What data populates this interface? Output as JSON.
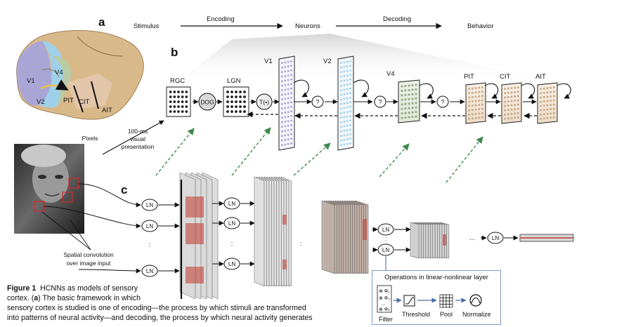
{
  "panels": {
    "a": "a",
    "b": "b",
    "c": "c"
  },
  "pipeline": {
    "stimulus": "Stimulus",
    "encoding": "Encoding",
    "neurons": "Neurons",
    "decoding": "Decoding",
    "behavior": "Behavior"
  },
  "brain": {
    "v1": "V1",
    "v2": "V2",
    "v4": "V4",
    "pit": "PIT",
    "cit": "CIT",
    "ait": "AIT"
  },
  "stages": {
    "rgc": "RGC",
    "dog": "DOG",
    "lgn": "LGN",
    "threshold": "T(•)",
    "v1": "V1",
    "v2": "V2",
    "v4": "V4",
    "pit": "PIT",
    "cit": "CIT",
    "ait": "AIT",
    "unknown": "?"
  },
  "stimulus": {
    "pixels": "Pixels",
    "presentation_1": "100-ms",
    "presentation_2": "visual",
    "presentation_3": "presentation",
    "spatial_1": "Spatial convolution",
    "spatial_2": "over image input"
  },
  "network": {
    "ln": "LN",
    "ellipsis": "..."
  },
  "operations": {
    "title": "Operations in linear-nonlinear layer",
    "filter": "Filter",
    "threshold": "Threshold",
    "pool": "Pool",
    "normalize": "Normalize"
  },
  "caption": {
    "label": "Figure 1",
    "line1": "HCNNs as models of sensory",
    "line2a": "cortex. (",
    "line2b": "a",
    "line2c": ") The basic framework in which",
    "line3": "sensory cortex is studied is one of encoding—the process by which stimuli are transformed",
    "line4": "into patterns of neural activity—and decoding, the process by which neural activity generates"
  },
  "colors": {
    "v1": "#a9a6d6",
    "v2": "#9fd0ea",
    "v4": "#b7cba6",
    "it": "#e3c8ad",
    "arrow_green": "#3d8a4c",
    "ops_border": "#7e97c4",
    "red": "#c0392b"
  }
}
